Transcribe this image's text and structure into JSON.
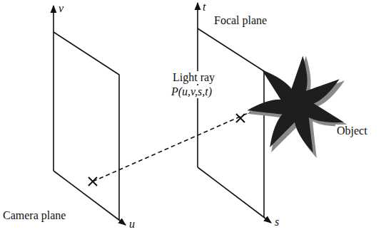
{
  "diagram": {
    "labels": [
      "v",
      "t",
      "Focal plane",
      "Light ray",
      "P(u,v,s,t)",
      "Object",
      "Camera plane",
      "u",
      "s"
    ]
  }
}
